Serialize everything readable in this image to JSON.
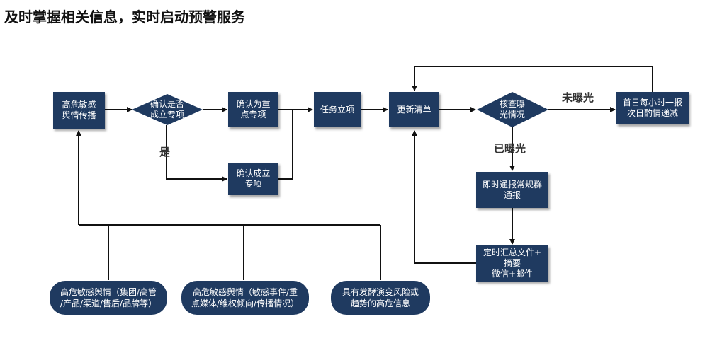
{
  "title": "及时掌握相关信息，实时启动预警服务",
  "nodes": {
    "sensitive": "高危敏感\n舆情传播",
    "confirm_q": "确认是否\n成立专项",
    "key_topic": "确认为重\n点专项",
    "confirm_established": "确认成立\n专项",
    "task": "任务立项",
    "update": "更新清单",
    "check": "核查曝\n光情况",
    "daily": "首日每小时一报\n次日酌情递减",
    "notify": "即时通报常规群\n通报",
    "summary": "定时汇总文件+\n摘要\n微信+邮件"
  },
  "sources": {
    "s1": "高危敏感舆情（集团/高管\n/产品/渠道/售后/品牌等）",
    "s2": "高危敏感舆情（敏感事件/重\n点媒体/维权倾向/传播情况）",
    "s3": "具有发酵演变风险或\n趋势的高危信息"
  },
  "labels": {
    "yes": "是",
    "unexposed": "未曝光",
    "exposed": "已曝光"
  },
  "colors": {
    "node": "#1f3a60",
    "line": "#111111"
  }
}
